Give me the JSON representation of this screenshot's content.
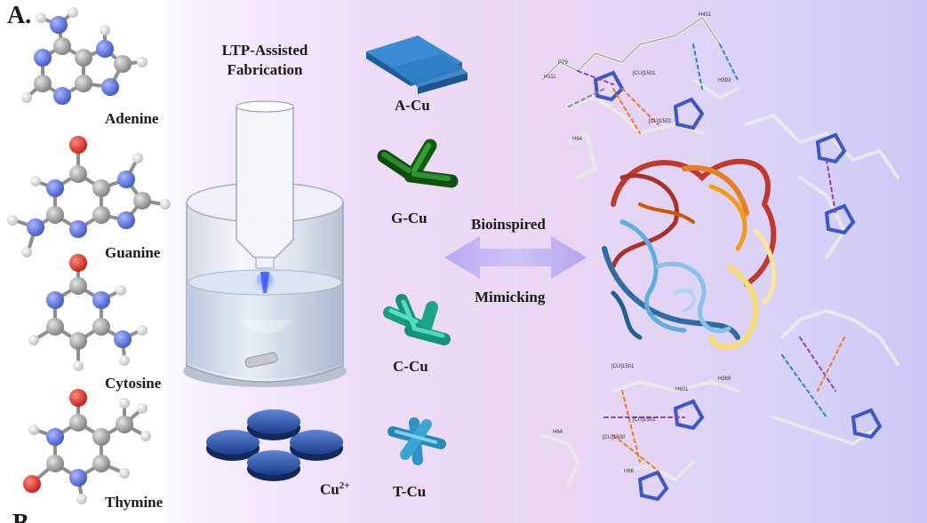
{
  "panel": {
    "label": "A.",
    "next_label": "B"
  },
  "molecules": [
    {
      "name": "Adenine"
    },
    {
      "name": "Guanine"
    },
    {
      "name": "Cytosine"
    },
    {
      "name": "Thymine"
    }
  ],
  "fabrication": {
    "line1": "LTP-Assisted",
    "line2": "Fabrication"
  },
  "ion": {
    "base": "Cu",
    "charge": "2+"
  },
  "nanozymes": [
    {
      "name": "A-Cu",
      "color": "#2f7fc4"
    },
    {
      "name": "G-Cu",
      "color": "#1f7a1f"
    },
    {
      "name": "C-Cu",
      "color": "#2ec4a6"
    },
    {
      "name": "T-Cu",
      "color": "#3aa6d6"
    }
  ],
  "arrow": {
    "top": "Bioinspired",
    "bottom": "Mimicking"
  },
  "protein_labels": {
    "top": [
      "P79",
      "H111",
      "[CU]1501",
      "H451",
      "H393",
      "[CU]1502",
      "H64"
    ],
    "bottom": [
      "[CU]1501",
      "H601",
      "H369",
      "[CU]1502",
      "[CU]1500",
      "H64",
      "H66"
    ]
  },
  "colors": {
    "atom_carbon": "#9a9a9a",
    "atom_nitrogen": "#5470e0",
    "atom_oxygen": "#e0221f",
    "atom_hydrogen": "#f4f4f4"
  }
}
